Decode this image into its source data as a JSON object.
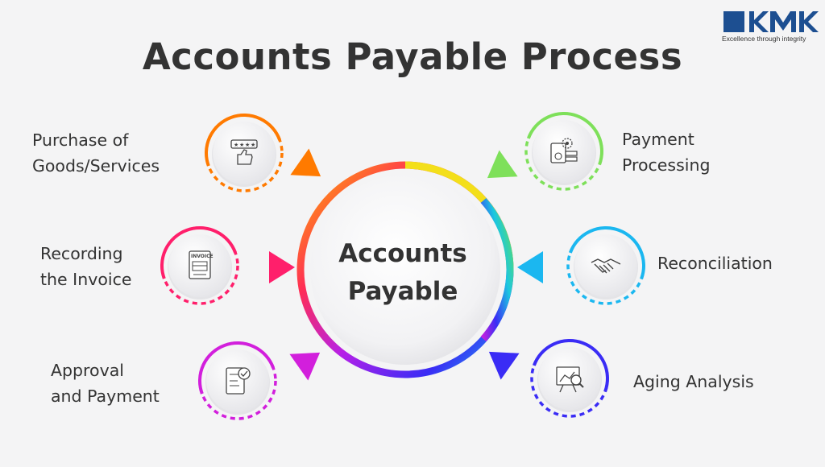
{
  "title": "Accounts Payable Process",
  "logo": {
    "text": "KMK",
    "tagline": "Excellence through integrity",
    "color": "#1d4f91"
  },
  "center": {
    "line1": "Accounts",
    "line2": "Payable"
  },
  "steps": [
    {
      "line1": "Purchase of",
      "line2": "Goods/Services",
      "icon": "thumbs-up-rating-icon",
      "color": "#ff7a00"
    },
    {
      "line1": "Recording",
      "line2": "the Invoice",
      "icon": "invoice-icon",
      "color": "#ff1f6b"
    },
    {
      "line1": "Approval",
      "line2": "and Payment",
      "icon": "approved-receipt-icon",
      "color": "#d21fdc"
    },
    {
      "line1": "Payment",
      "line2": "Processing",
      "icon": "payment-gear-icon",
      "color": "#7ee05a"
    },
    {
      "line1": "Reconciliation",
      "line2": "",
      "icon": "handshake-icon",
      "color": "#1bb7f0"
    },
    {
      "line1": "Aging Analysis",
      "line2": "",
      "icon": "analysis-board-icon",
      "color": "#3a2cf5"
    }
  ]
}
